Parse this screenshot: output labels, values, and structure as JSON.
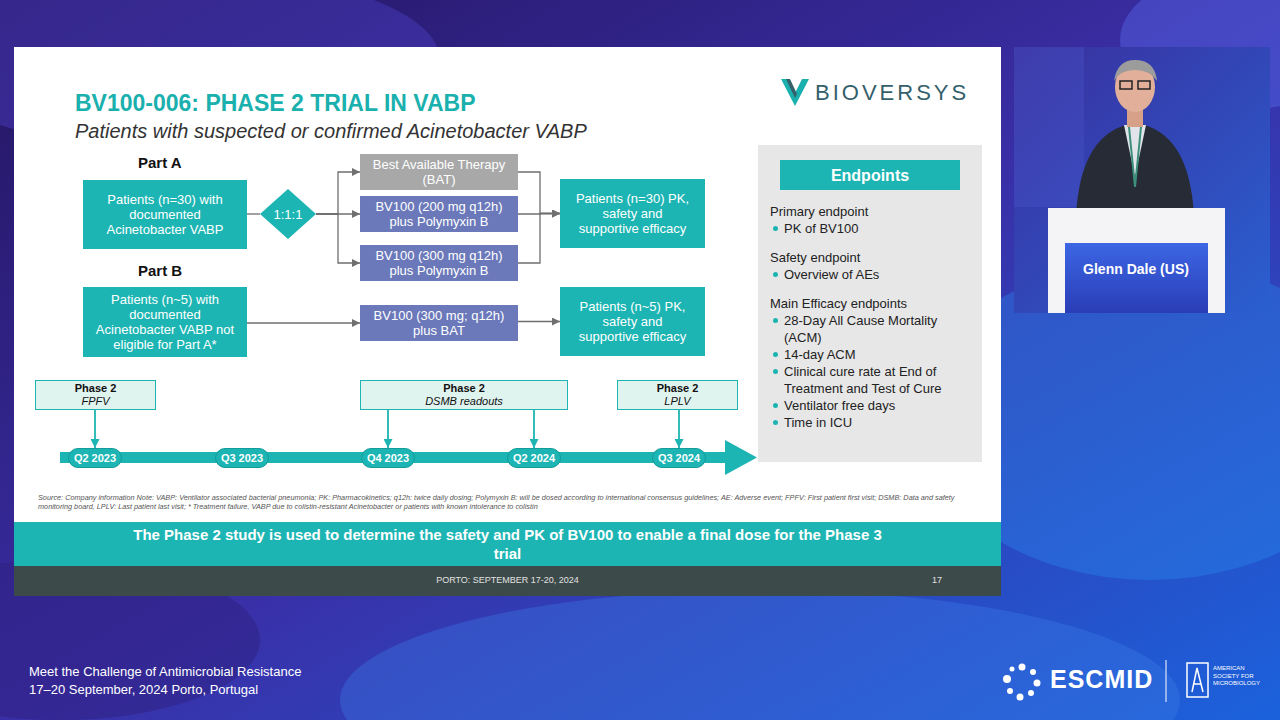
{
  "diagram": {
    "title": "BV100-006: PHASE 2 TRIAL IN VABP",
    "nodes": [
      {
        "text": [
          "Patients (n=30) with documented Acinetobacter VABP"
        ]
      },
      {
        "text": [
          "1:1:1"
        ]
      },
      {
        "text": [
          "Best Available Therapy (BAT)"
        ]
      },
      {
        "text": [
          "BV100 (200 mg q12h) plus Polymyxin B"
        ]
      },
      {
        "text": [
          "BV100 (300 mg q12h) plus Polymyxin B"
        ]
      },
      {
        "text": [
          "Patients (n=30) PK, safety and supportive efficacy"
        ]
      },
      {
        "text": [
          "Patients (n~5) with documented Acinetobacter VABP not eligible for Part A*"
        ]
      },
      {
        "text": [
          "BV100 (300 mg; q12h) plus BAT"
        ]
      },
      {
        "text": [
          "Patients (n~5) PK, safety and supportive efficacy"
        ]
      },
      {
        "text": [
          "Primary endpoint",
          "PK of BV100",
          "Safety endpoint",
          "Overview of AEs",
          "Main Efficacy endpoints",
          "28-Day All Cause Mortality (ACM)",
          "14-day ACM",
          "Clinical cure rate at End of Treatment and Test of Cure",
          "Ventilator free days",
          "Time in ICU"
        ]
      },
      {
        "text": [
          "Endpoints"
        ],
        "in": 9
      },
      {
        "text": [
          "Phase 2",
          "FPFV"
        ]
      },
      {
        "text": [
          "Phase 2",
          "DSMB readouts"
        ]
      },
      {
        "text": [
          "Phase 2",
          "LPLV"
        ]
      },
      {
        "text": [
          "Q2 2023"
        ]
      },
      {
        "text": [
          "Q3 2023"
        ]
      },
      {
        "text": [
          "Q4 2023"
        ]
      },
      {
        "text": [
          "Q2 2024"
        ]
      },
      {
        "text": [
          "Q3 2024"
        ]
      },
      {
        "text": [
          "The Phase 2 study is used to determine the safety and PK of BV100 to enable a final dose for the Phase 3 trial"
        ]
      },
      {
        "text": [
          "PORTO: SEPTEMBER 17-20, 2024",
          "17"
        ]
      }
    ],
    "edges": [
      {
        "from": 0,
        "to": 1,
        "arrow": "none"
      },
      {
        "from": 1,
        "to": 2,
        "arrow": "to"
      },
      {
        "from": 1,
        "to": 3,
        "arrow": "to"
      },
      {
        "from": 1,
        "to": 4,
        "arrow": "to"
      },
      {
        "from": 2,
        "to": 5,
        "arrow": "to"
      },
      {
        "from": 3,
        "to": 5,
        "arrow": "to"
      },
      {
        "from": 4,
        "to": 5,
        "arrow": "to"
      },
      {
        "from": 6,
        "to": 7,
        "arrow": "to"
      },
      {
        "from": 7,
        "to": 8,
        "arrow": "to"
      },
      {
        "from": 11,
        "to": 14,
        "arrow": "to"
      },
      {
        "from": 12,
        "to": 16,
        "arrow": "to"
      },
      {
        "from": 12,
        "to": 17,
        "arrow": "to"
      },
      {
        "from": 13,
        "to": 18,
        "arrow": "to"
      }
    ],
    "labels": [
      "Patients with suspected or confirmed Acinetobacter VABP",
      "BIOVERSYS",
      "Part A",
      "Part B",
      "Source: Company information Note: VABP: Ventilator associated bacterial pneumonia; PK: Pharmacokinetics; q12h: twice daily dosing; Polymyxin B: will be dosed according to international consensus guidelines; AE: Adverse event; FPFV: First patient first visit; DSMB: Data and safety monitoring board, LPLV: Last patient last visit; * Treatment failure, VABP due to colistin-resistant Acinetobacter or patients with known intolerance to colistin",
      "Glenn Dale (US)",
      "Meet the Challenge of Antimicrobial Resistance",
      "17–20 September, 2024 Porto, Portugal",
      "ESCMID",
      "AMERICAN SOCIETY FOR MICROBIOLOGY"
    ]
  }
}
